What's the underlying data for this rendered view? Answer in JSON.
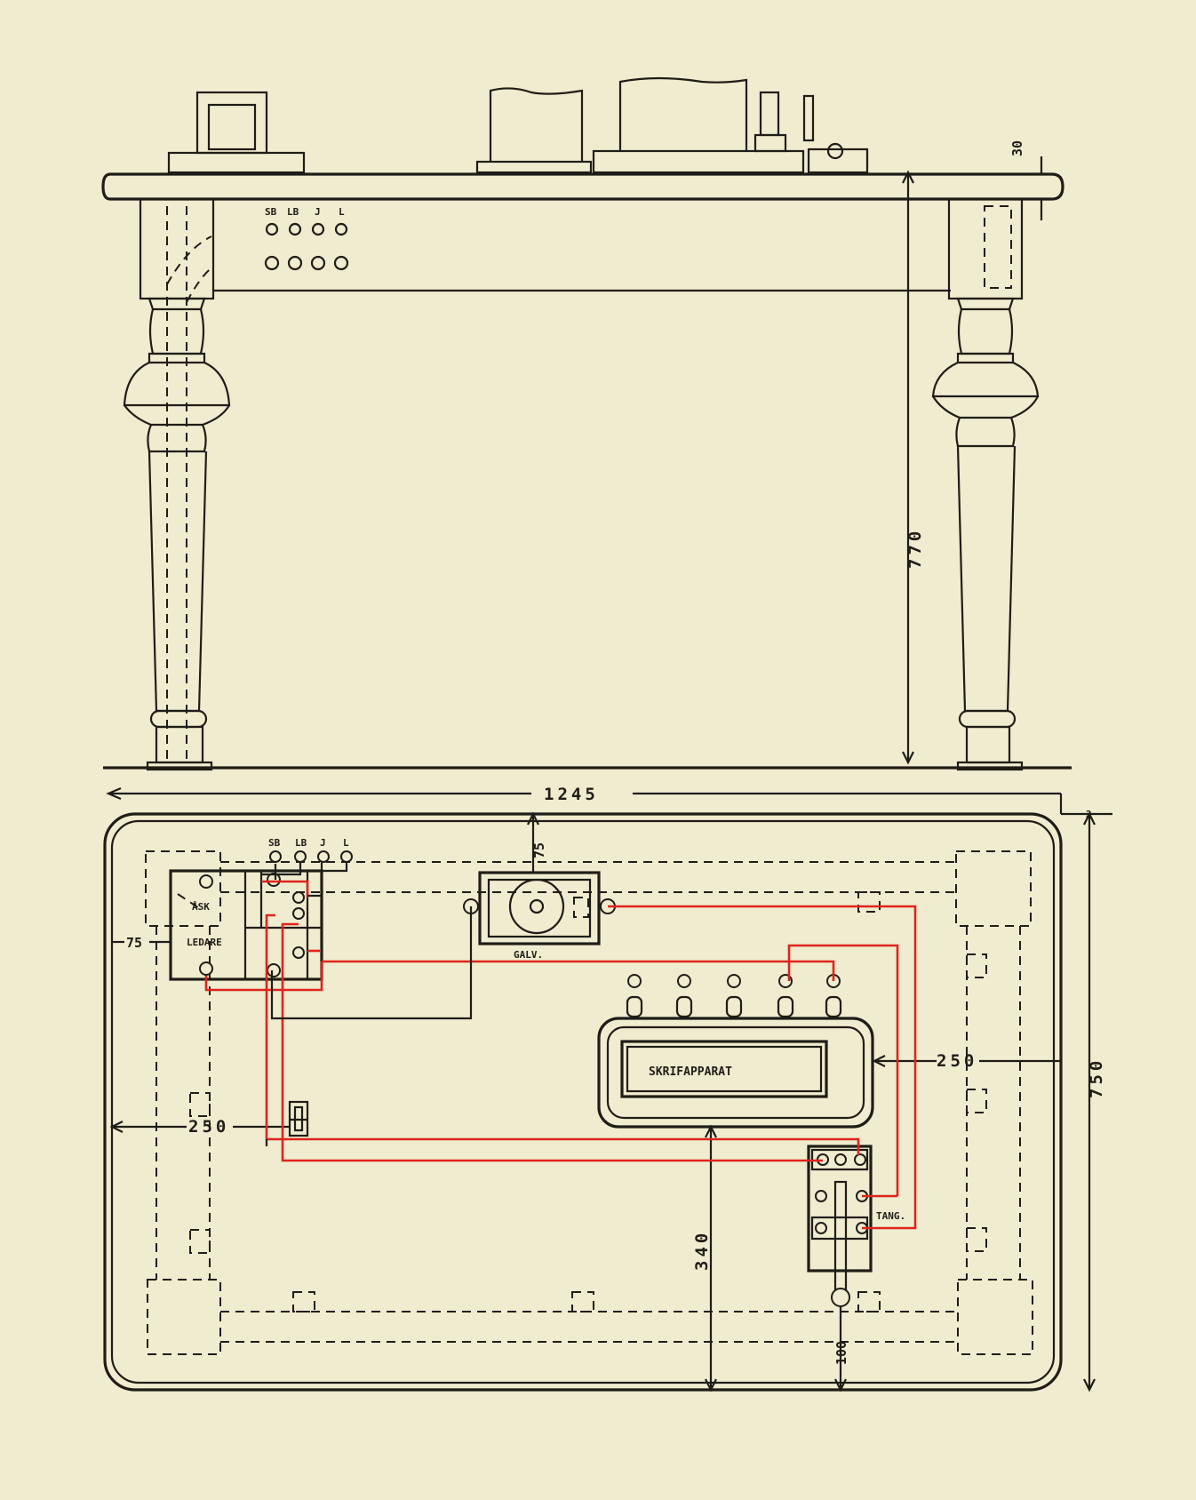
{
  "elevation": {
    "terminal_labels": [
      "SB",
      "LB",
      "J",
      "L"
    ],
    "dims": {
      "table_height": "770",
      "top_thickness": "30"
    }
  },
  "plan": {
    "terminal_labels": [
      "SB",
      "LB",
      "J",
      "L"
    ],
    "dims": {
      "table_length": "1245",
      "table_depth": "750",
      "top_margin": "75",
      "left_margin": "75",
      "left_250": "250",
      "right_250": "250",
      "front_340": "340",
      "front_100": "100",
      "corner_2": "2"
    },
    "components": {
      "ask": "ÅSK",
      "ledare": "LEDARE",
      "galv": "GALV.",
      "skrif": "SKRIFAPPARAT",
      "tang": "TANG."
    }
  },
  "colors": {
    "ink": "#1f1d17",
    "paper": "#efeccf",
    "wire": "#e0241c"
  }
}
